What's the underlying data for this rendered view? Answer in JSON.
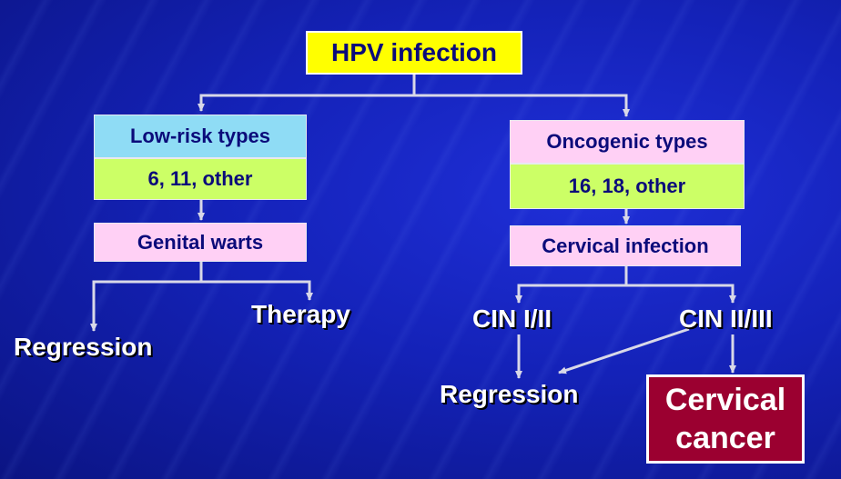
{
  "diagram": {
    "root": {
      "label": "HPV infection",
      "color": "#ffff00"
    },
    "left_branch": {
      "type_label": "Low-risk types",
      "type_values": "6, 11, other",
      "condition": "Genital warts",
      "outcomes": [
        "Regression",
        "Therapy"
      ]
    },
    "right_branch": {
      "type_label": "Oncogenic types",
      "type_values": "16, 18, other",
      "condition": "Cervical infection",
      "stages": [
        "CIN I/II",
        "CIN II/III"
      ],
      "regression": "Regression",
      "cancer": {
        "line1": "Cervical",
        "line2": "cancer",
        "color": "#9b0030"
      }
    },
    "colors": {
      "background": "#1422b8",
      "type_box": "#8fdcf5",
      "values_box": "#ccff66",
      "condition_box": "#ffd0f5",
      "text_dark": "#0b0b7a",
      "arrow": "#d8d8e8"
    }
  }
}
